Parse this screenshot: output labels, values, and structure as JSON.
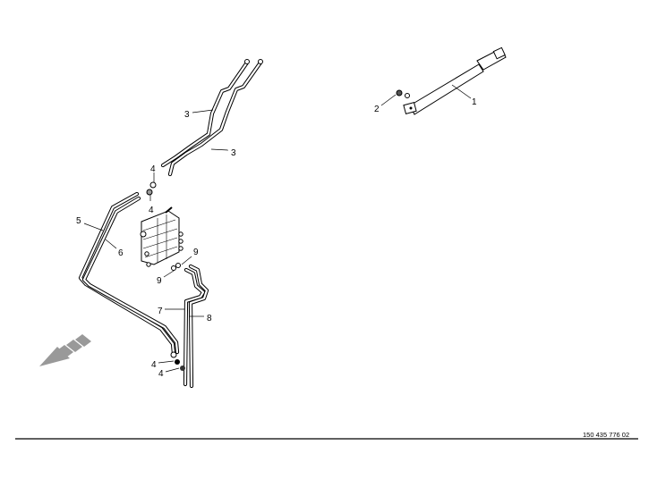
{
  "diagram": {
    "labels": {
      "l3a": "3",
      "l3b": "3",
      "l4a": "4",
      "l4b": "4",
      "l4c": "4",
      "l4d": "4",
      "l5": "5",
      "l6": "6",
      "l9a": "9",
      "l9b": "9",
      "l7": "7",
      "l8": "8",
      "l2": "2",
      "l1": "1"
    },
    "document_number": "150 435 776 02"
  }
}
